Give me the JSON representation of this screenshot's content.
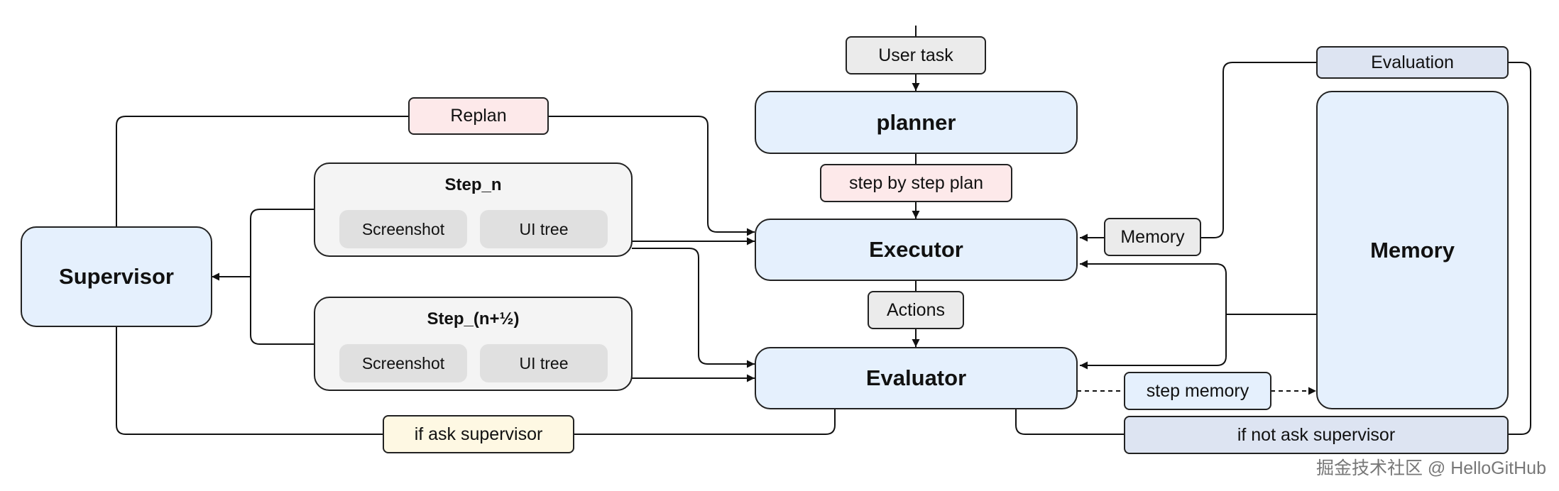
{
  "nodes": {
    "user_task": "User task",
    "planner": "planner",
    "step_plan": "step by step plan",
    "executor": "Executor",
    "actions": "Actions",
    "evaluator": "Evaluator",
    "supervisor": "Supervisor",
    "replan": "Replan",
    "if_ask_supervisor": "if ask supervisor",
    "evaluation": "Evaluation",
    "memory_big": "Memory",
    "memory_small": "Memory",
    "step_memory": "step memory",
    "if_not_ask_supervisor": "if not ask supervisor"
  },
  "steps": [
    {
      "title": "Step_n",
      "items": [
        "Screenshot",
        "UI tree"
      ]
    },
    {
      "title": "Step_(n+½)",
      "items": [
        "Screenshot",
        "UI tree"
      ]
    }
  ],
  "watermark": "掘金技术社区 @ HelloGitHub",
  "colors": {
    "main_node": "#e5f0fd",
    "panel": "#f4f4f4",
    "chip": "#e0e0e0",
    "replan_label": "#fde9ea",
    "evaluation_label": "#dde4f2",
    "supervisor_label": "#fef8e3",
    "line": "#111111"
  }
}
